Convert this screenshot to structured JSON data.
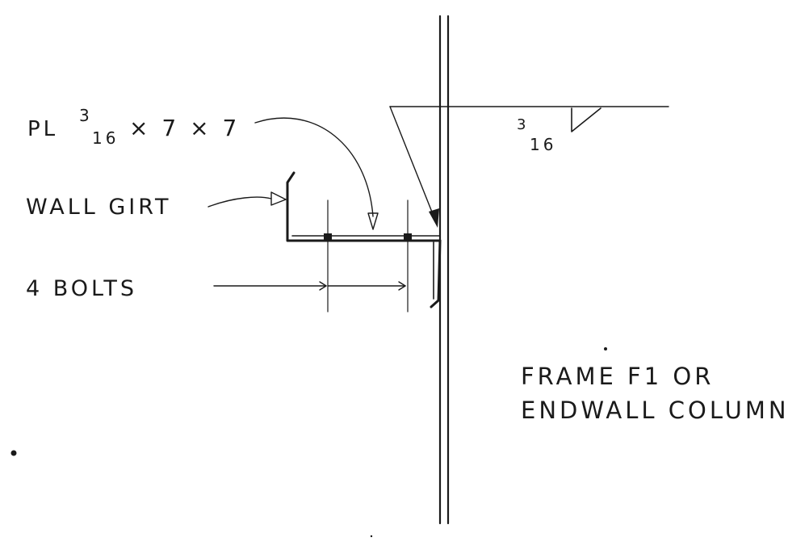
{
  "labels": {
    "plate_prefix": "PL",
    "plate_fraction_num": "3",
    "plate_fraction_den": "16",
    "plate_dims": "× 7 × 7",
    "wall_girt": "WALL GIRT",
    "bolts": "4 BOLTS",
    "weld_num": "3",
    "weld_den": "16",
    "frame_line1": "FRAME F1 OR",
    "frame_line2": "ENDWALL COLUMN"
  },
  "colors": {
    "ink": "#1a1a1a",
    "paper": "#ffffff"
  }
}
